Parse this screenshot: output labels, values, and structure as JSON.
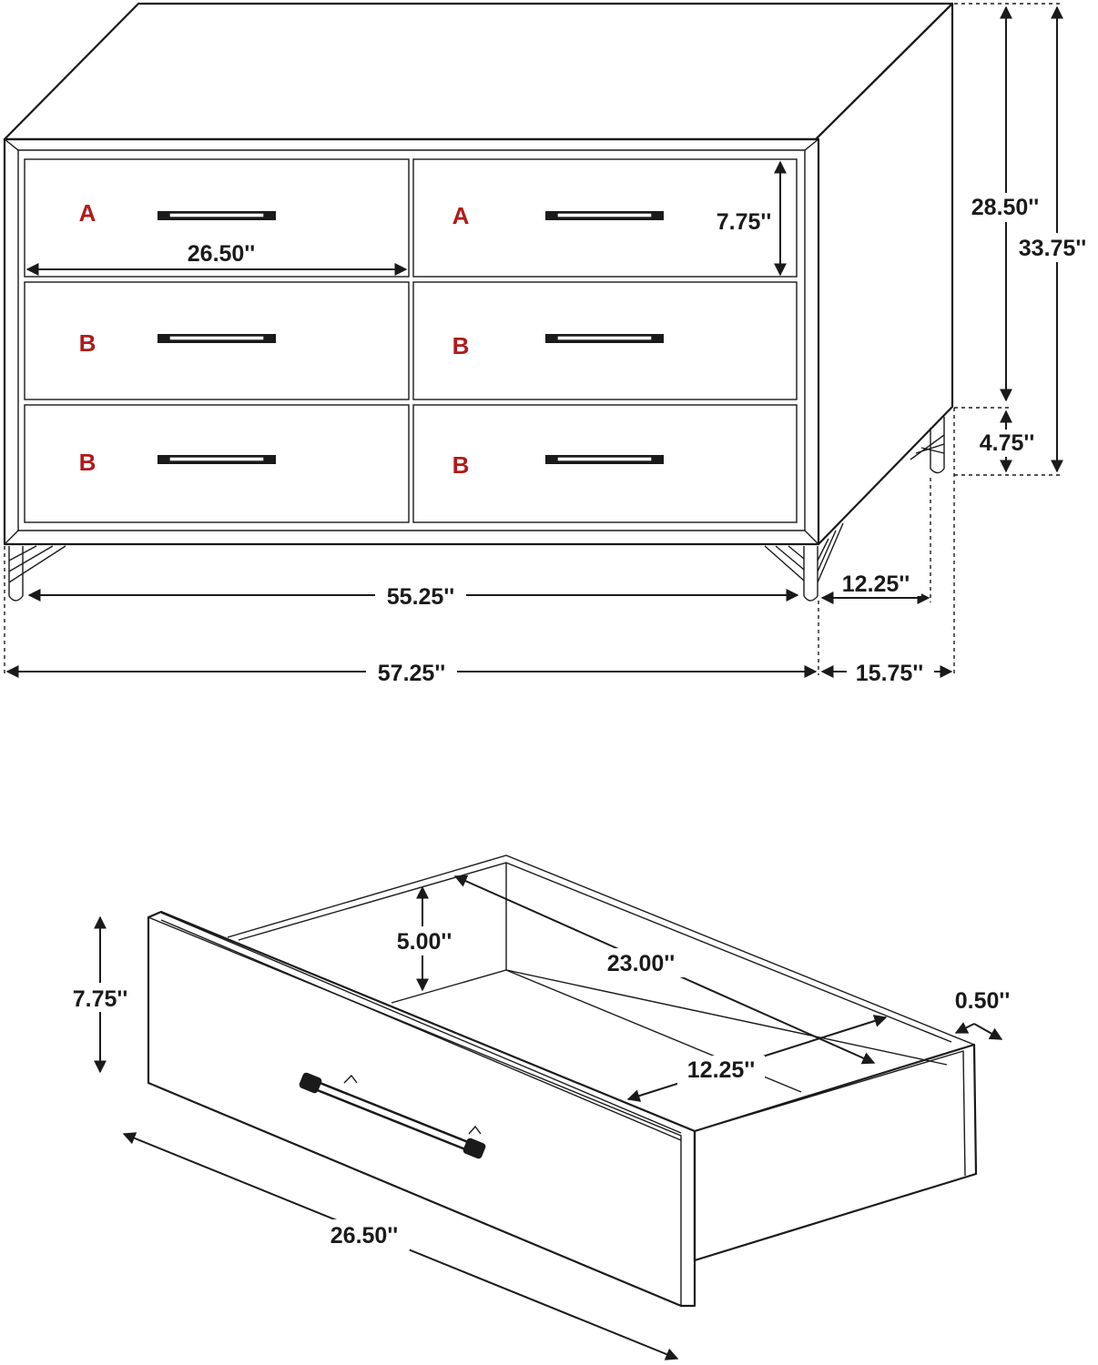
{
  "dresser": {
    "drawer_labels": [
      "A",
      "A",
      "B",
      "B",
      "B",
      "B"
    ],
    "dimensions": {
      "drawer_width": "26.50''",
      "drawer_height": "7.75''",
      "body_height": "28.50''",
      "total_height": "33.75''",
      "leg_height": "4.75''",
      "leg_span": "55.25''",
      "total_width": "57.25''",
      "leg_depth": "12.25''",
      "total_depth": "15.75''"
    }
  },
  "drawer_detail": {
    "dimensions": {
      "front_height": "7.75''",
      "inner_height": "5.00''",
      "inner_depth": "23.00''",
      "inner_width": "12.25''",
      "wall_thickness": "0.50''",
      "front_width": "26.50''"
    }
  }
}
